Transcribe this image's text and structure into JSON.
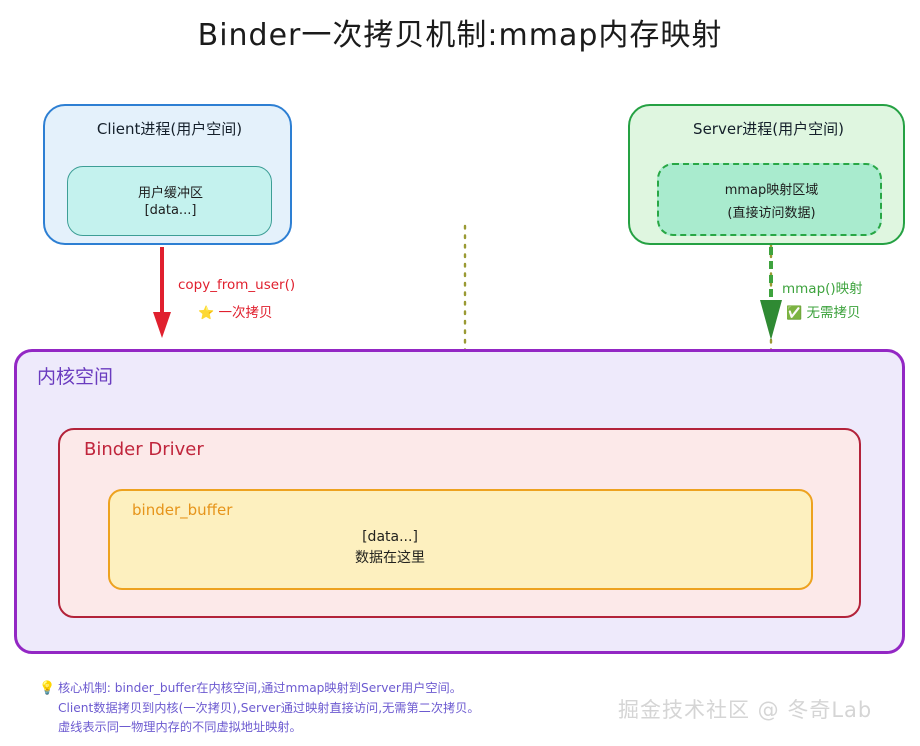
{
  "title": "Binder一次拷贝机制:mmap内存映射",
  "client": {
    "title": "Client进程(用户空间)",
    "inner_line1": "用户缓冲区",
    "inner_line2": "[data...]"
  },
  "server": {
    "title": "Server进程(用户空间)",
    "inner_line1": "mmap映射区域",
    "inner_line2": "(直接访问数据)"
  },
  "kernel": {
    "title": "内核空间",
    "driver_title": "Binder Driver",
    "buffer_title": "binder_buffer",
    "buffer_line1": "[data...]",
    "buffer_line2": "数据在这里"
  },
  "arrows": {
    "left_label": "copy_from_user()",
    "left_sub_icon": "star-emoji",
    "left_sub": "一次拷贝",
    "right_label": "mmap()映射",
    "right_sub_icon": "check-mark-emoji",
    "right_sub": "无需拷贝"
  },
  "footer": {
    "icon": "lightbulb-emoji",
    "line1": "核心机制: binder_buffer在内核空间,通过mmap映射到Server用户空间。",
    "line2": "Client数据拷贝到内核(一次拷贝),Server通过映射直接访问,无需第二次拷贝。",
    "line3": "虚线表示同一物理内存的不同虚拟地址映射。"
  },
  "watermark": "掘金技术社区 @ 冬奇Lab",
  "colors": {
    "client_border": "#2d7fd3",
    "client_fill": "#e4f1fb",
    "client_inner_border": "#3d9e96",
    "client_inner_fill": "#c4f2ee",
    "server_border": "#25a143",
    "server_fill": "#dff6e0",
    "server_inner_border": "#28a745",
    "server_inner_fill": "#a9ebce",
    "kernel_border": "#9327c4",
    "kernel_fill": "#eeeafb",
    "driver_border": "#b3233a",
    "driver_fill": "#fce9e9",
    "buffer_border": "#eda21f",
    "buffer_fill": "#fdf0bf",
    "copy_arrow": "#e0202e",
    "mmap_arrow": "#3ea33e",
    "dotted_line": "#9a9a33",
    "footer_text": "#6c5ad0",
    "watermark": "#d5d5d5"
  }
}
